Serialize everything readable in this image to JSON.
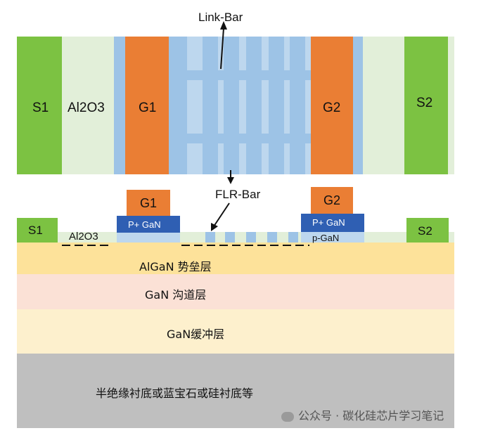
{
  "top_view": {
    "source_left": "S1",
    "oxide": "Al2O3",
    "gate_left": "G1",
    "gate_right": "G2",
    "source_right": "S2"
  },
  "annotations": {
    "link_bar": "Link-Bar",
    "flr_bar": "FLR-Bar"
  },
  "cross_section": {
    "source_left": "S1",
    "oxide": "Al2O3",
    "gate_left": "G1",
    "pgan_left": "P+ GaN",
    "gate_right": "G2",
    "pgan_right": "P+ GaN",
    "p_gan": "p-GaN",
    "source_right": "S2"
  },
  "layers": {
    "barrier": "AlGaN 势垒层",
    "channel": "GaN 沟道层",
    "buffer": "GaN缓冲层",
    "substrate": "半绝缘衬底或蓝宝石或硅衬底等"
  },
  "watermark": "公众号 · 碳化硅芯片学习笔记",
  "colors": {
    "green": "#7cc242",
    "light_green": "#e2efd9",
    "orange": "#ea7e34",
    "light_blue": "#9dc3e6",
    "blue_bar": "#a8cbe9",
    "dark_blue": "#2f5fb3",
    "barrier": "#fde29a",
    "channel": "#fbe1d6",
    "buffer": "#fdf0cd",
    "substrate": "#bfbfbf"
  }
}
